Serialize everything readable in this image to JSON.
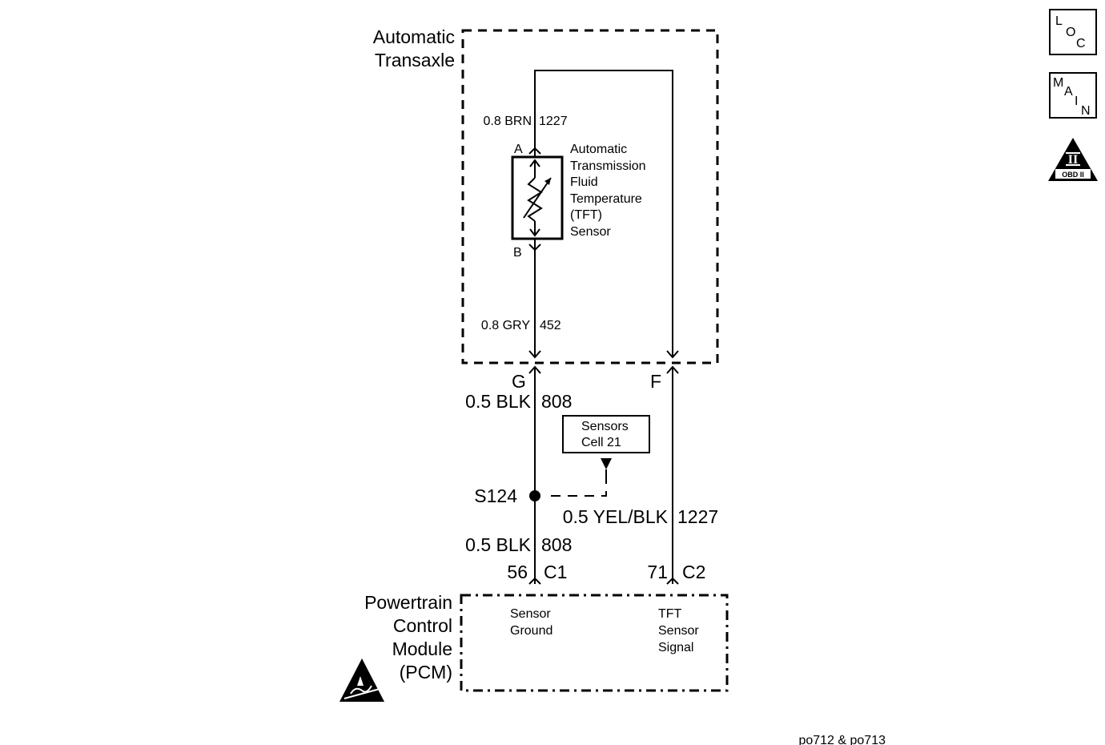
{
  "transaxle": {
    "title_line1": "Automatic",
    "title_line2": "Transaxle"
  },
  "sensor": {
    "label_lines": [
      "Automatic",
      "Transmission",
      "Fluid",
      "Temperature",
      "(TFT)",
      "Sensor"
    ],
    "pin_a": "A",
    "pin_b": "B"
  },
  "wires": {
    "top_wire": "0.8 BRN",
    "top_circuit": "1227",
    "inner_ground_wire": "0.8 GRY",
    "inner_ground_circuit": "452",
    "connector_g": "G",
    "connector_f": "F",
    "ground_wire_upper": "0.5 BLK",
    "ground_circuit_upper": "808",
    "ground_wire_lower": "0.5 BLK",
    "ground_circuit_lower": "808",
    "signal_wire": "0.5 YEL/BLK",
    "signal_circuit": "1227"
  },
  "splice": {
    "label": "S124",
    "reference_line1": "Sensors",
    "reference_line2": "Cell 21"
  },
  "pcm": {
    "title_lines": [
      "Powertrain",
      "Control",
      "Module",
      "(PCM)"
    ],
    "pin_ground": "56",
    "connector_ground": "C1",
    "pin_signal": "71",
    "connector_signal": "C2",
    "ground_label_lines": [
      "Sensor",
      "Ground"
    ],
    "signal_label_lines": [
      "TFT",
      "Sensor",
      "Signal"
    ]
  },
  "nav": {
    "loc": [
      "L",
      "O",
      "C"
    ],
    "main": [
      "M",
      "A",
      "I",
      "N"
    ],
    "obd_numeral": "II",
    "obd_text": "OBD II"
  },
  "footer": {
    "codes": "po712 & po713"
  },
  "icons": {
    "esd": "esd-warning-icon",
    "obd": "obd-ii-icon"
  }
}
